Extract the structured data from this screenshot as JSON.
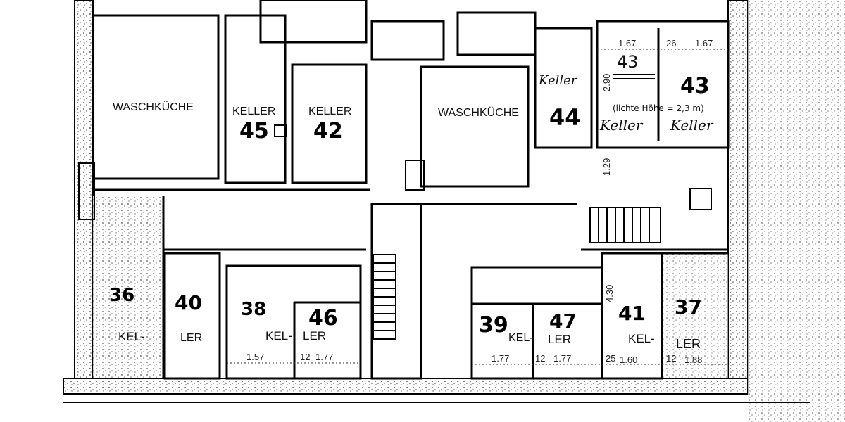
{
  "plan": {
    "rooms": [
      {
        "label": "WASCHKÜCHE",
        "number": ""
      },
      {
        "label": "KELLER",
        "number": "45"
      },
      {
        "label": "KELLER",
        "number": "42"
      },
      {
        "label": "WASCHKÜCHE",
        "number": ""
      },
      {
        "label": "Keller",
        "number": "44"
      },
      {
        "label": "Keller",
        "number": "43"
      },
      {
        "label": "Keller",
        "number": "43"
      },
      {
        "label": "KEL-",
        "number": "36"
      },
      {
        "label": "LER",
        "number": "40"
      },
      {
        "label": "KEL-",
        "number": "38"
      },
      {
        "label": "LER",
        "number": "46"
      },
      {
        "label": "KEL-",
        "number": "39"
      },
      {
        "label": "LER",
        "number": "47"
      },
      {
        "label": "KEL-",
        "number": "41"
      },
      {
        "label": "LER",
        "number": "37"
      }
    ],
    "note": "(lichte Höhe = 2,3 m)",
    "dimensions": {
      "top_a": "1.67",
      "top_b": "26",
      "top_c": "1.67",
      "side_a": "2.90",
      "side_b": "1.29",
      "side_c": "4.30",
      "b1": "1.57",
      "b2": "12",
      "b3": "1.77",
      "b4": "1.77",
      "b5": "12",
      "b6": "1.77",
      "b7": "25",
      "b8": "1.60",
      "b9": "12",
      "b10": "1.88"
    }
  }
}
